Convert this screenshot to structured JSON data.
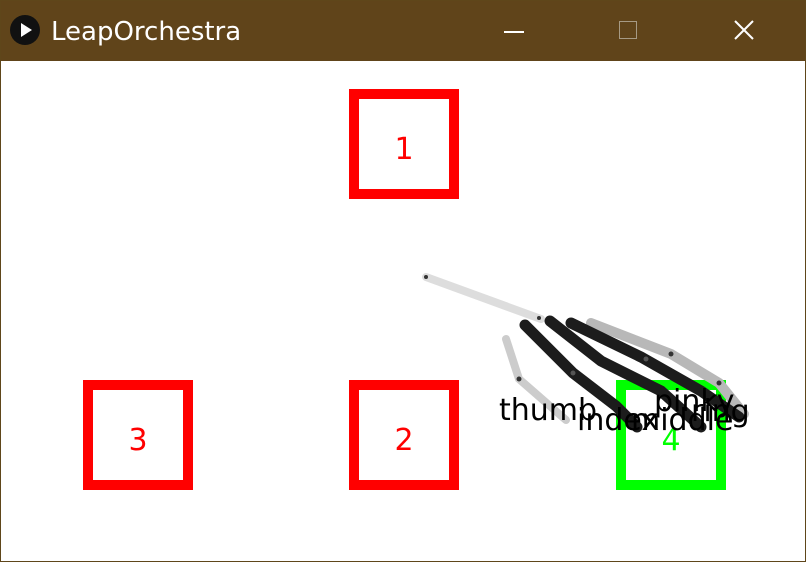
{
  "window": {
    "title": "LeapOrchestra",
    "icon": "processing-play-icon",
    "titlebar_color": "#60441a",
    "controls": [
      "minimize",
      "maximize",
      "close"
    ]
  },
  "targets": [
    {
      "label": "1",
      "color": "#ff0000"
    },
    {
      "label": "2",
      "color": "#ff0000"
    },
    {
      "label": "3",
      "color": "#ff0000"
    },
    {
      "label": "4",
      "color": "#00ff00"
    }
  ],
  "hand": {
    "finger_labels": {
      "thumb": "thumb",
      "index": "index",
      "middle": "middle",
      "ring": "ring",
      "pinky": "pinky"
    }
  }
}
